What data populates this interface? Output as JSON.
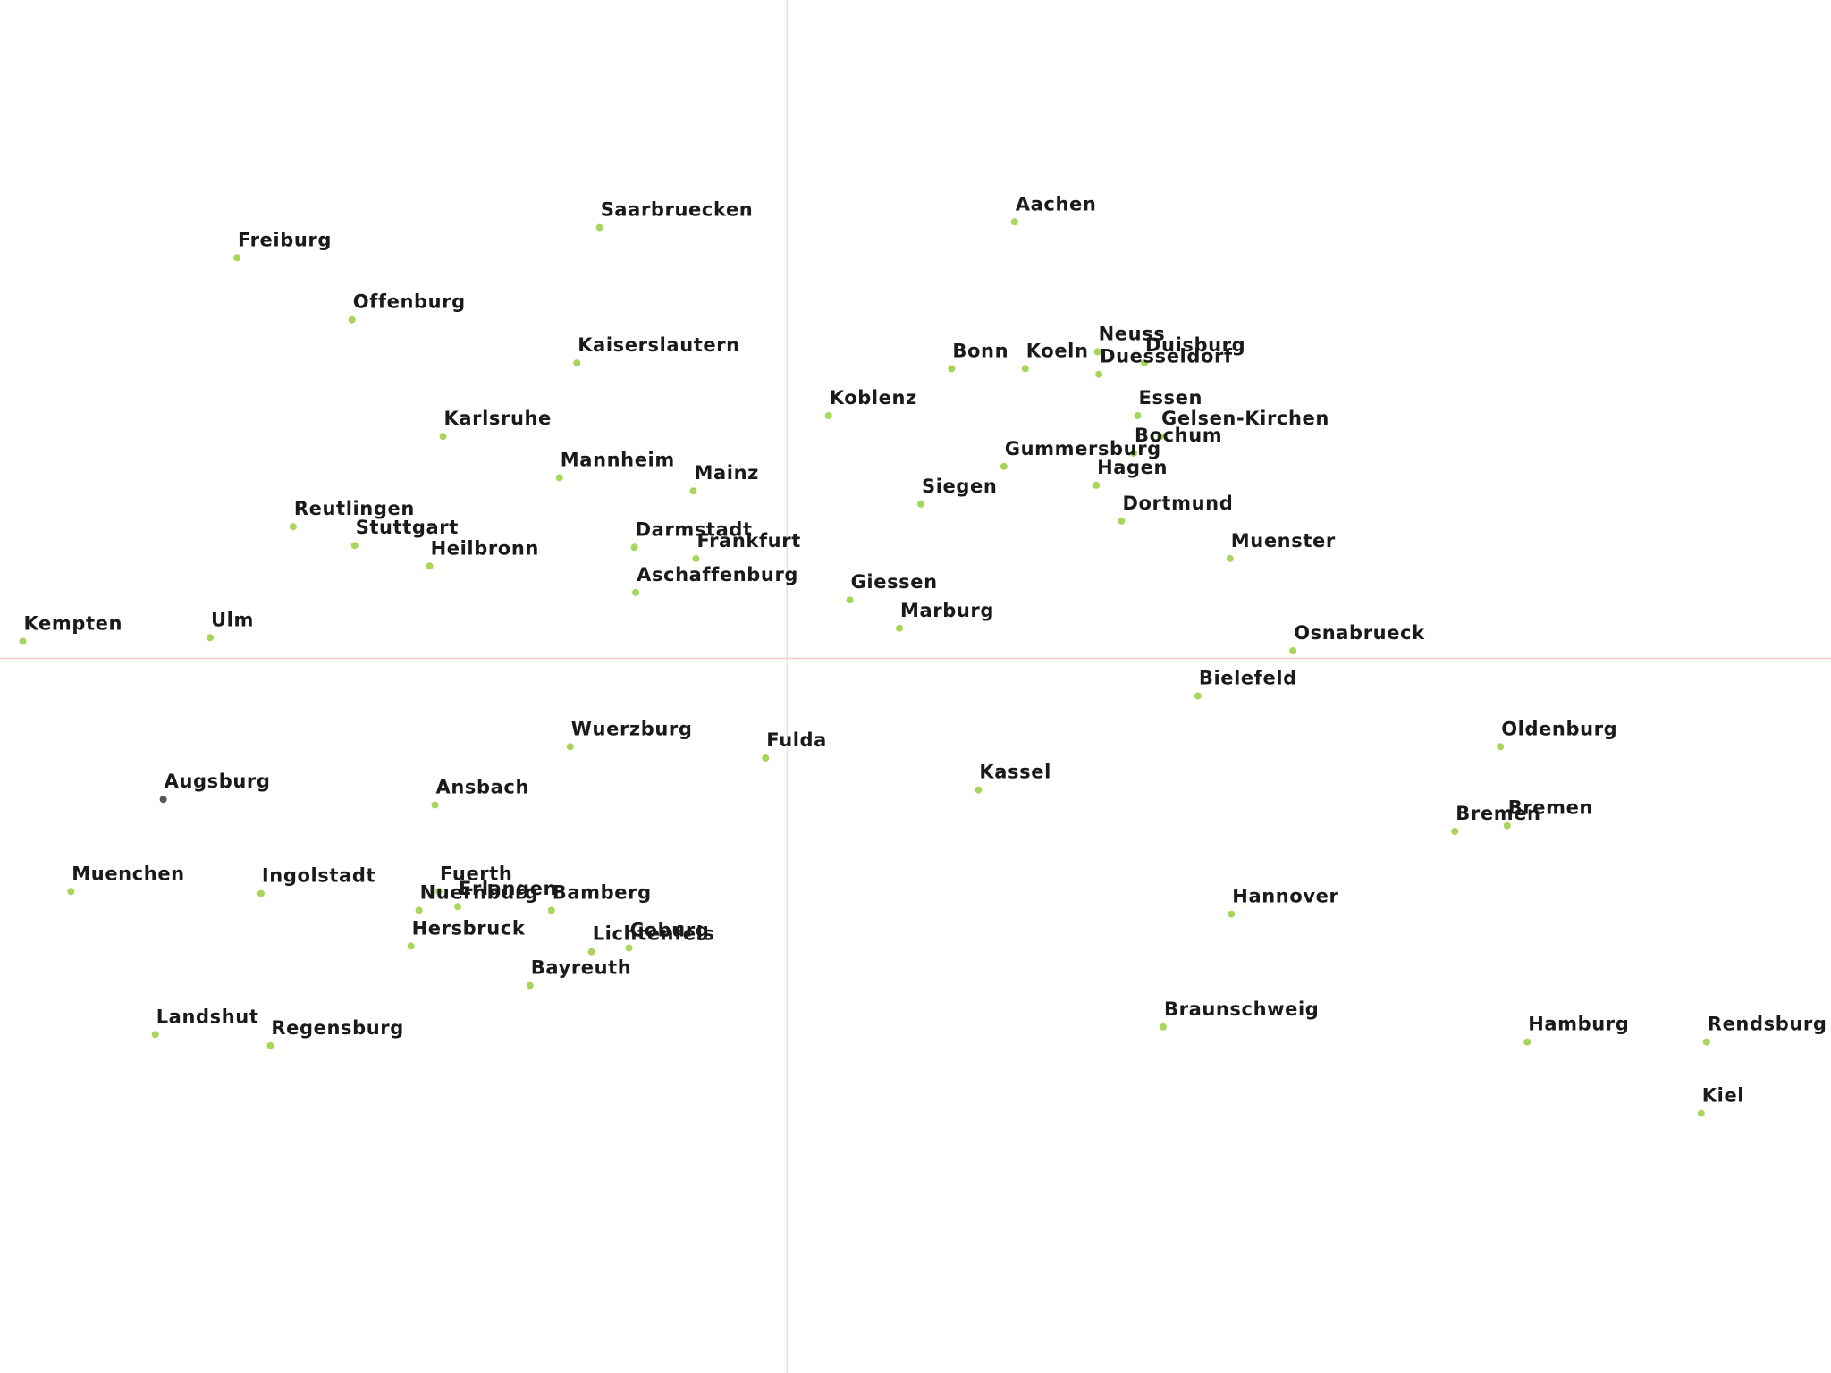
{
  "chart_data": {
    "type": "scatter",
    "title": "",
    "xlabel": "",
    "ylabel": "",
    "xlim": [
      -0.588,
      0.78
    ],
    "ylim": [
      -0.38,
      0.35
    ],
    "grid": false,
    "axes": {
      "x_zero_line": true,
      "y_zero_line": true,
      "x_zero_line_color": "#f5c8c8",
      "y_zero_line_color": "#cfeecf"
    },
    "colors": {
      "point": "#a8d65a",
      "highlight_point": "#555555",
      "label": "#1a1a1a"
    },
    "points": [
      {
        "label": "Aachen",
        "x": 0.17,
        "y": 0.232
      },
      {
        "label": "Saarbruecken",
        "x": -0.14,
        "y": 0.229
      },
      {
        "label": "Freiburg",
        "x": -0.411,
        "y": 0.213
      },
      {
        "label": "Offenburg",
        "x": -0.325,
        "y": 0.18
      },
      {
        "label": "Kaiserslautern",
        "x": -0.157,
        "y": 0.157
      },
      {
        "label": "Bonn",
        "x": 0.123,
        "y": 0.154
      },
      {
        "label": "Koeln",
        "x": 0.178,
        "y": 0.154
      },
      {
        "label": "Neuss",
        "x": 0.232,
        "y": 0.163
      },
      {
        "label": "Duisburg",
        "x": 0.267,
        "y": 0.157
      },
      {
        "label": "Duesseldorf",
        "x": 0.233,
        "y": 0.151
      },
      {
        "label": "Koblenz",
        "x": 0.031,
        "y": 0.129
      },
      {
        "label": "Essen",
        "x": 0.262,
        "y": 0.129
      },
      {
        "label": "Gelsen-Kirchen",
        "x": 0.279,
        "y": 0.118
      },
      {
        "label": "Bochum",
        "x": 0.259,
        "y": 0.109
      },
      {
        "label": "Karlsruhe",
        "x": -0.257,
        "y": 0.118
      },
      {
        "label": "Gummersburg",
        "x": 0.162,
        "y": 0.102
      },
      {
        "label": "Hagen",
        "x": 0.231,
        "y": 0.092
      },
      {
        "label": "Mannheim",
        "x": -0.17,
        "y": 0.096
      },
      {
        "label": "Mainz",
        "x": -0.07,
        "y": 0.089
      },
      {
        "label": "Siegen",
        "x": 0.1,
        "y": 0.082
      },
      {
        "label": "Dortmund",
        "x": 0.25,
        "y": 0.073
      },
      {
        "label": "Reutlingen",
        "x": -0.369,
        "y": 0.07
      },
      {
        "label": "Stuttgart",
        "x": -0.323,
        "y": 0.06
      },
      {
        "label": "Darmstadt",
        "x": -0.114,
        "y": 0.059
      },
      {
        "label": "Frankfurt",
        "x": -0.068,
        "y": 0.053
      },
      {
        "label": "Heilbronn",
        "x": -0.267,
        "y": 0.049
      },
      {
        "label": "Muenster",
        "x": 0.331,
        "y": 0.053
      },
      {
        "label": "Aschaffenburg",
        "x": -0.113,
        "y": 0.035
      },
      {
        "label": "Giessen",
        "x": 0.047,
        "y": 0.031
      },
      {
        "label": "Marburg",
        "x": 0.084,
        "y": 0.016
      },
      {
        "label": "Kempten",
        "x": -0.571,
        "y": 0.009
      },
      {
        "label": "Ulm",
        "x": -0.431,
        "y": 0.011
      },
      {
        "label": "Osnabrueck",
        "x": 0.378,
        "y": 0.004
      },
      {
        "label": "Bielefeld",
        "x": 0.307,
        "y": -0.02
      },
      {
        "label": "Wuerzburg",
        "x": -0.162,
        "y": -0.047
      },
      {
        "label": "Fulda",
        "x": -0.016,
        "y": -0.053
      },
      {
        "label": "Oldenburg",
        "x": 0.533,
        "y": -0.047
      },
      {
        "label": "Kassel",
        "x": 0.143,
        "y": -0.07
      },
      {
        "label": "Augsburg",
        "x": -0.466,
        "y": -0.075,
        "highlight": true
      },
      {
        "label": "Ansbach",
        "x": -0.263,
        "y": -0.078
      },
      {
        "label": "Bremen",
        "x": 0.499,
        "y": -0.092
      },
      {
        "label": "Bremen",
        "x": 0.538,
        "y": -0.089
      },
      {
        "label": "Muenchen",
        "x": -0.535,
        "y": -0.124
      },
      {
        "label": "Ingolstadt",
        "x": -0.393,
        "y": -0.125
      },
      {
        "label": "Fuerth",
        "x": -0.26,
        "y": -0.124
      },
      {
        "label": "Nuernburg",
        "x": -0.275,
        "y": -0.134
      },
      {
        "label": "Erlangen",
        "x": -0.246,
        "y": -0.132
      },
      {
        "label": "Bamberg",
        "x": -0.176,
        "y": -0.134
      },
      {
        "label": "Hannover",
        "x": 0.332,
        "y": -0.136
      },
      {
        "label": "Hersbruck",
        "x": -0.281,
        "y": -0.153
      },
      {
        "label": "Lichtenfels",
        "x": -0.146,
        "y": -0.156
      },
      {
        "label": "Coburg",
        "x": -0.118,
        "y": -0.154
      },
      {
        "label": "Bayreuth",
        "x": -0.192,
        "y": -0.174
      },
      {
        "label": "Braunschweig",
        "x": 0.281,
        "y": -0.196
      },
      {
        "label": "Landshut",
        "x": -0.472,
        "y": -0.2
      },
      {
        "label": "Regensburg",
        "x": -0.386,
        "y": -0.206
      },
      {
        "label": "Hamburg",
        "x": 0.553,
        "y": -0.204
      },
      {
        "label": "Rendsburg",
        "x": 0.687,
        "y": -0.204
      },
      {
        "label": "Kiel",
        "x": 0.683,
        "y": -0.242
      }
    ]
  }
}
